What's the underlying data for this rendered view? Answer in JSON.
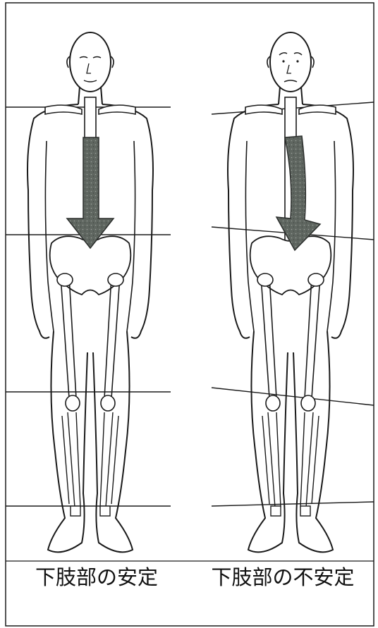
{
  "panels": [
    {
      "id": "stable",
      "caption": "下肢部の安定"
    },
    {
      "id": "unstable",
      "caption": "下肢部の不安定"
    }
  ],
  "colors": {
    "line": "#1a1a1a",
    "arrow_fill": "#5f6660",
    "arrow_stroke": "#2b2e2c",
    "background": "#ffffff"
  }
}
